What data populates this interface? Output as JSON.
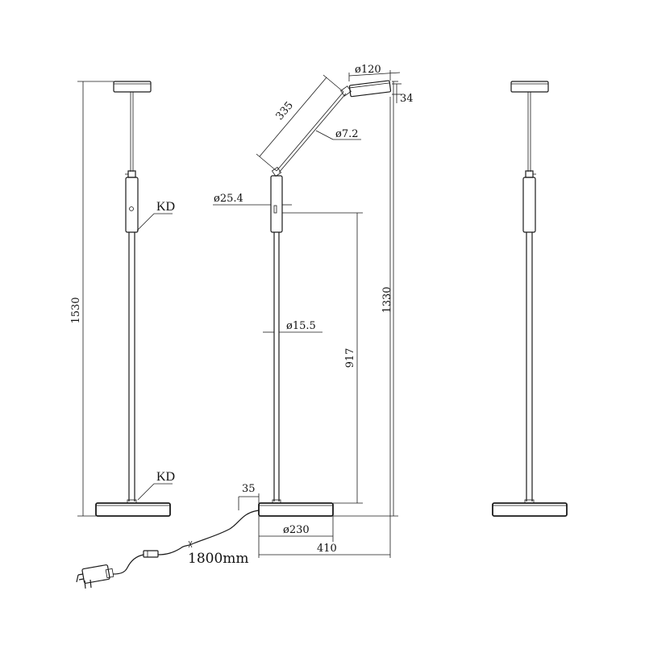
{
  "dimensions": {
    "total_height": "1530",
    "lamp_height": "1330",
    "stem_height": "917",
    "head_diameter": "ø120",
    "head_thickness": "34",
    "arm_length": "335",
    "arm_diameter": "ø7.2",
    "upper_tube_diameter": "ø25.4",
    "pole_diameter": "ø15.5",
    "cable_offset": "35",
    "base_diameter": "ø230",
    "reach_width": "410",
    "cable_length": "1800mm"
  },
  "labels": {
    "switch_top": "KD",
    "switch_base": "KD"
  }
}
